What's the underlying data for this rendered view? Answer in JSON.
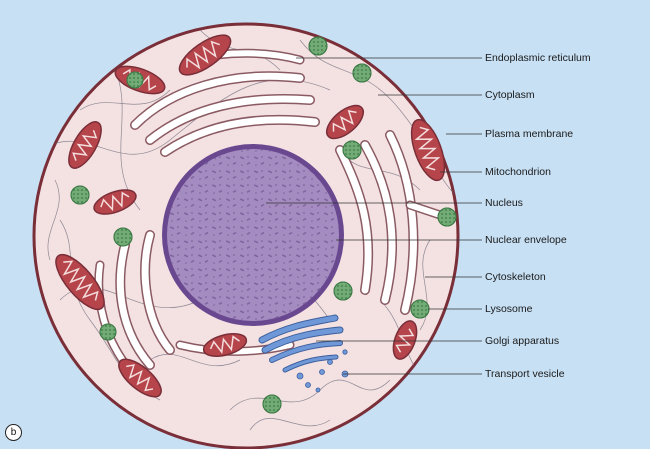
{
  "panel_label": "b",
  "labels": {
    "endoplasmic_reticulum": "Endoplasmic reticulum",
    "cytoplasm": "Cytoplasm",
    "plasma_membrane": "Plasma membrane",
    "mitochondrion": "Mitochondrion",
    "nucleus": "Nucleus",
    "nuclear_envelope": "Nuclear envelope",
    "cytoskeleton": "Cytoskeleton",
    "lysosome": "Lysosome",
    "golgi_apparatus": "Golgi apparatus",
    "transport_vesicle": "Transport vesicle"
  },
  "colors": {
    "background": "#c7e0f4",
    "cytoplasm": "#f4e1e2",
    "membrane": "#7a2e38",
    "mitochondrion": "#b6454b",
    "nucleus": "#a48cc1",
    "nuclear_envelope": "#6a4890",
    "lysosome": "#73ab76",
    "golgi": "#6f98d8",
    "cytoskeleton": "#6b6b7a"
  }
}
